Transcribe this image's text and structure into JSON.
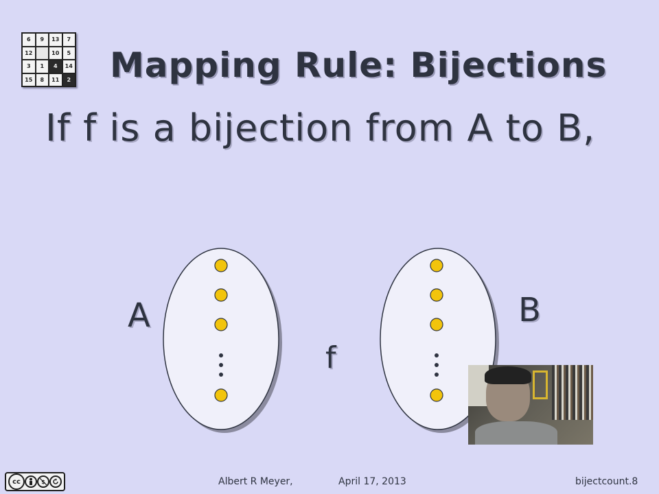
{
  "slide": {
    "title": "Mapping Rule: Bijections",
    "subtitle": "If f is a bijection from A to B,",
    "set_a_label": "A",
    "set_b_label": "B",
    "function_label": "f",
    "dot_color": "#f2c40c",
    "background_color": "#d9d9f6",
    "text_color": "#2e3340"
  },
  "puzzle": {
    "tiles": [
      "6",
      "9",
      "13",
      "7",
      "12",
      "",
      "10",
      "5",
      "3",
      "1",
      "4",
      "14",
      "15",
      "8",
      "11",
      "2"
    ]
  },
  "footer": {
    "author": "Albert R Meyer,",
    "date": "April 17, 2013",
    "slide_id": "bijectcount.8",
    "license_icons": [
      "cc",
      "by",
      "nc",
      "sa"
    ]
  }
}
